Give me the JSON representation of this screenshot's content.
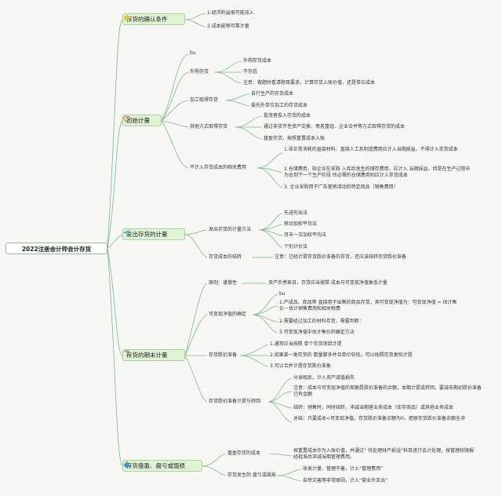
{
  "title": "2022注册会计师会计存货",
  "sections": {
    "recognition": {
      "label": "存货的确认条件",
      "items": [
        "1.经济利益很可能流入",
        "2.成本能够可靠计量"
      ]
    },
    "initial": {
      "label": "初始计量",
      "bu": "bu",
      "purchase": {
        "label": "外购存货",
        "items": [
          "外购存货成本",
          "不包括",
          "注意：做题时看清题目要求，计算存货入账价值，还是单位成本"
        ]
      },
      "processing": {
        "label": "加工取得存货",
        "items": [
          "自行生产的存货成本",
          "委托外单位加工的存货成本"
        ]
      },
      "other": {
        "label": "其他方式取得存货",
        "items": [
          "投资者投入存货的成本",
          "通过非货币性资产交换、债务重组、企业合并等方式取得存货的成本",
          "盘盈存货，按照重置成本入账"
        ]
      },
      "excluded": {
        "label": "不计入存货成本的相关费用",
        "items": [
          "1.非正常消耗的直接材料、直接人工及制造费用应计入当期损益，不得计入存货成本",
          "2.仓储费用，指企业在采购 入库后发生的储存费用，应计入 当期损益，但是在生产过程中为达到下一个生产阶段 所必需的仓储费用则应计入存货成本",
          "3. 企业采购用于广告营销活动的特定商品（销售费用）"
        ]
      }
    },
    "issue": {
      "label": "发出存货的计量",
      "methods": {
        "label": "发出存货的计量方法",
        "items": [
          "先进先出法",
          "移动加权平均法",
          "月末一次加权平均法",
          "个别计价法"
        ]
      },
      "carryover": {
        "label": "存货成本的结转",
        "note": "注意：已经计提存货跌价准备的存货，还应该结转存货跌价准备"
      }
    },
    "ending": {
      "label": "存货的期末计量",
      "principle": {
        "label": "原则：谨慎性",
        "note": "资产负债表日，存货应当按照 成本与可变现净值孰低计量"
      },
      "nrv": {
        "label": "可变现净值的确定",
        "items": [
          "bu",
          "1.产成品、商品等 直接用于出售的商品存货，其可变现净值为：可变现净值 = 估计售价－估计销售费用和相关税费",
          "2.需要经过加工的材料存货，需要判断：",
          "3.可变现净值中估计售价的确定方法"
        ]
      },
      "provision": {
        "label": "存货跌价准备",
        "items": [
          "1.通常应当按照 单个存货项目计提",
          "2.如果某一类存货的 数量繁多并且单价较低，可以按照存货类别计提",
          "3.可以合并计提存货跌价准备"
        ]
      },
      "reversal": {
        "label": "存货跌价准备计提与转回",
        "items": [
          "分录相反，计入资产减值损失",
          "注意：成本与可变现净值的差额是跌价准备的余额，本期计提或转回，要减去期初跌价准备已有金额",
          "结转：销售时，同时结转，冲减当期营业务成本（库存商品）或其他业务成本",
          "总结：只要成本<可变现净值，存货跌价准备余额为0，把原存货跌价准备余额全冲"
        ]
      }
    },
    "count": {
      "label": "存货盘盈、盘亏或毁损",
      "surplus": {
        "label": "盘盈存货的成本",
        "note": "按重置成本作为入账价值，并通过“ 待处理财产损溢”科目进行会计处理，按管理权限报经批准后冲减当期管理费用。"
      },
      "loss": {
        "label": "存货发生的 盘亏或毁损",
        "items": [
          "收发计量、管理不善，计入“管理费用”",
          "自然灾害等非常原因，计入“营业外支出”"
        ]
      }
    }
  },
  "colors": {
    "line": "#7cb98a",
    "node_fill": "#dff3d5",
    "node_border": "#a9d49b",
    "background": "#f7f7f4"
  },
  "icons": [
    "star-icon",
    "heart-icon",
    "paper-plane-icon",
    "pickaxe-icon",
    "flame-icon"
  ]
}
